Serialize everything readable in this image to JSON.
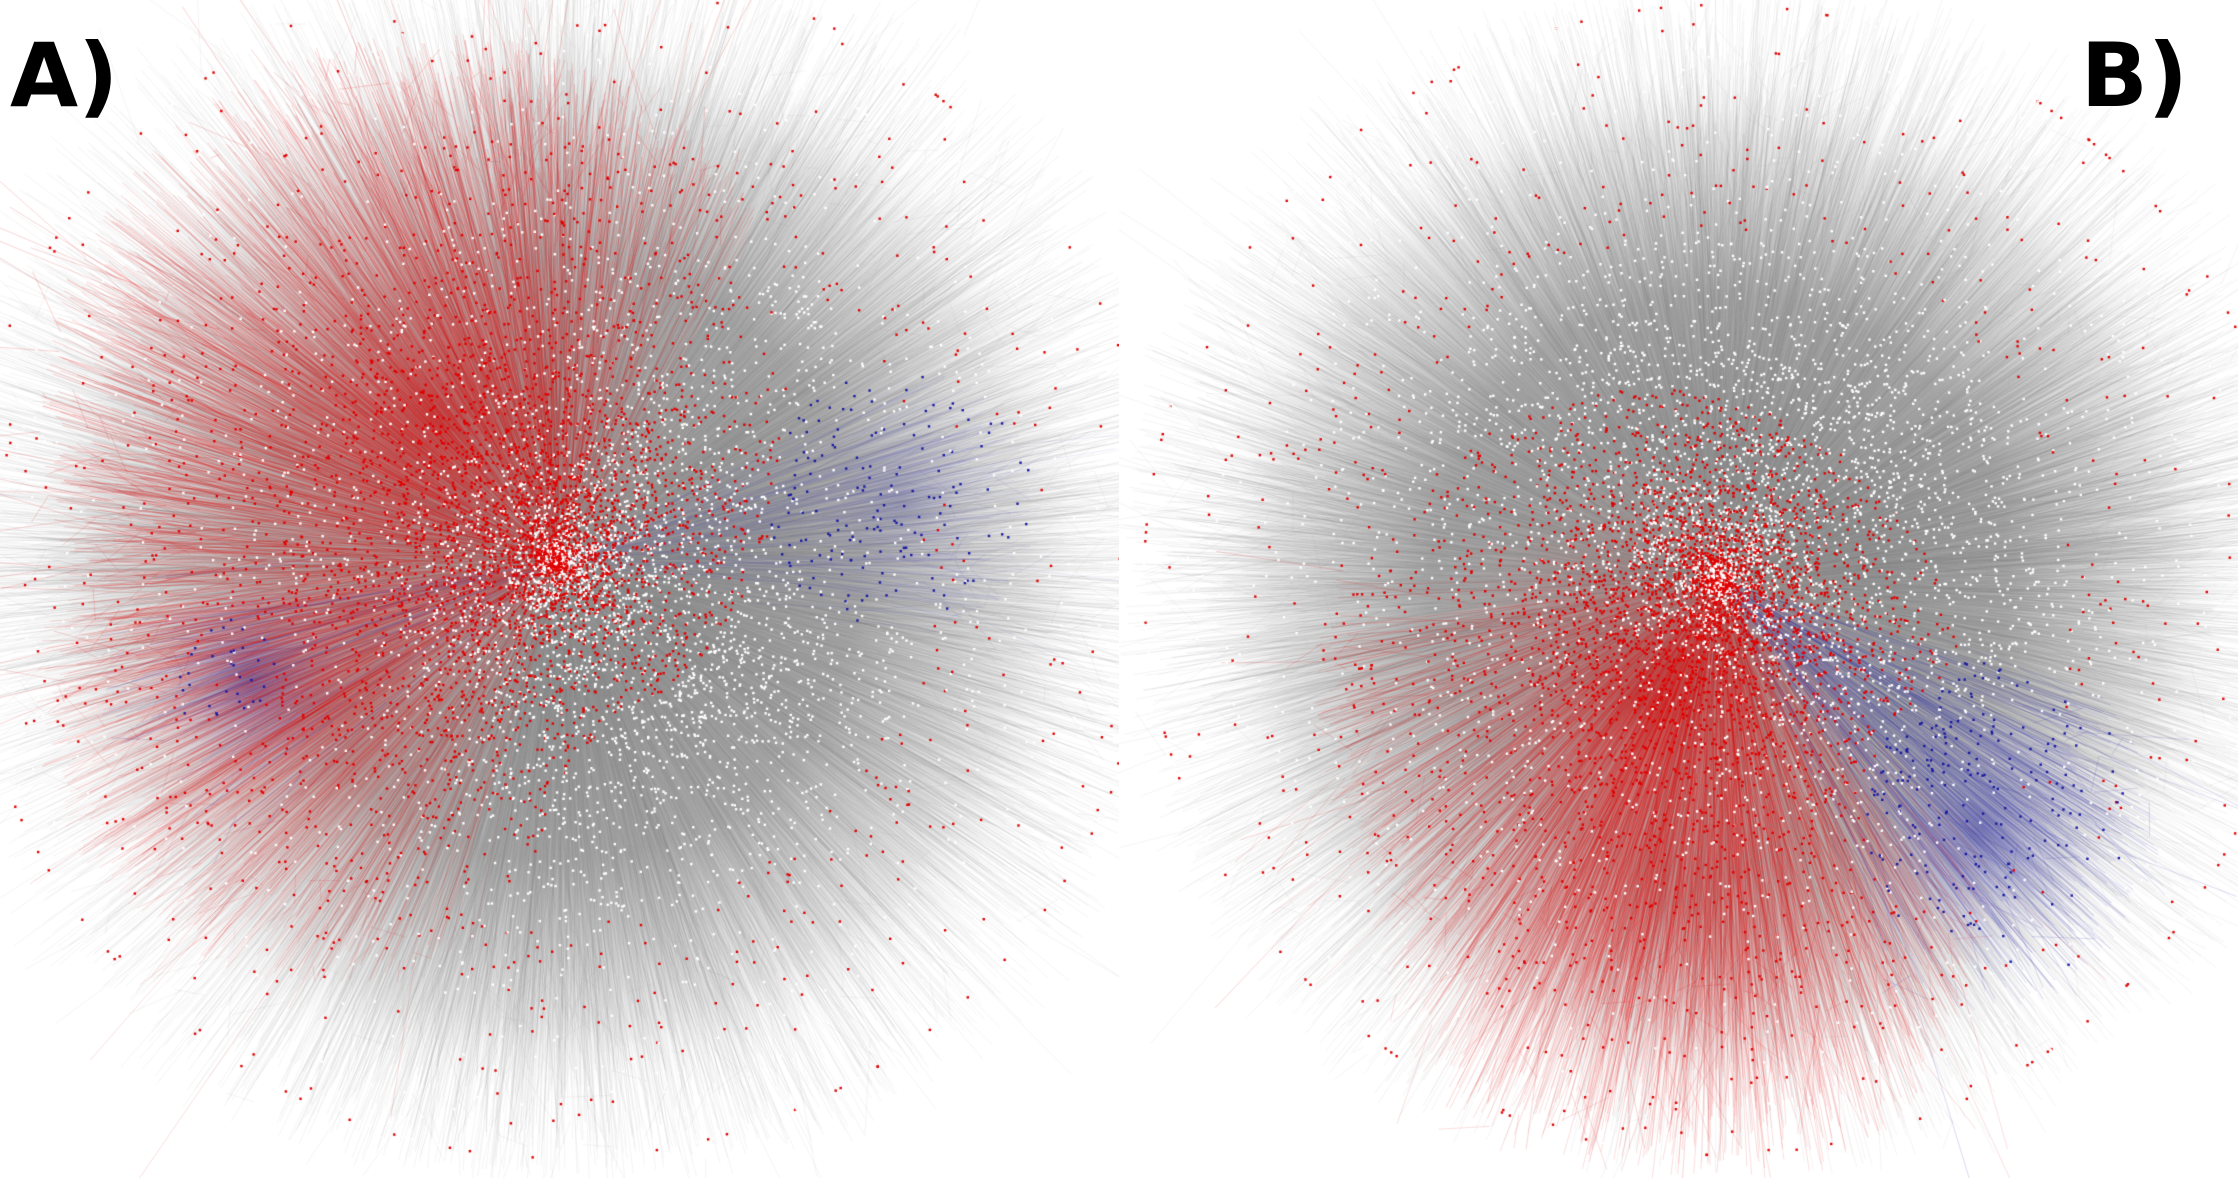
{
  "panels": [
    {
      "id": "A",
      "label": "A)",
      "description_colors": {
        "edge": "#8a8a8a",
        "node_neutral": "#ffffff",
        "node_group_1": "#e00000",
        "node_group_2": "#1a1aa0"
      }
    },
    {
      "id": "B",
      "label": "B)",
      "description_colors": {
        "edge": "#8a8a8a",
        "node_neutral": "#ffffff",
        "node_group_1": "#e00000",
        "node_group_2": "#1a1aa0"
      }
    }
  ]
}
